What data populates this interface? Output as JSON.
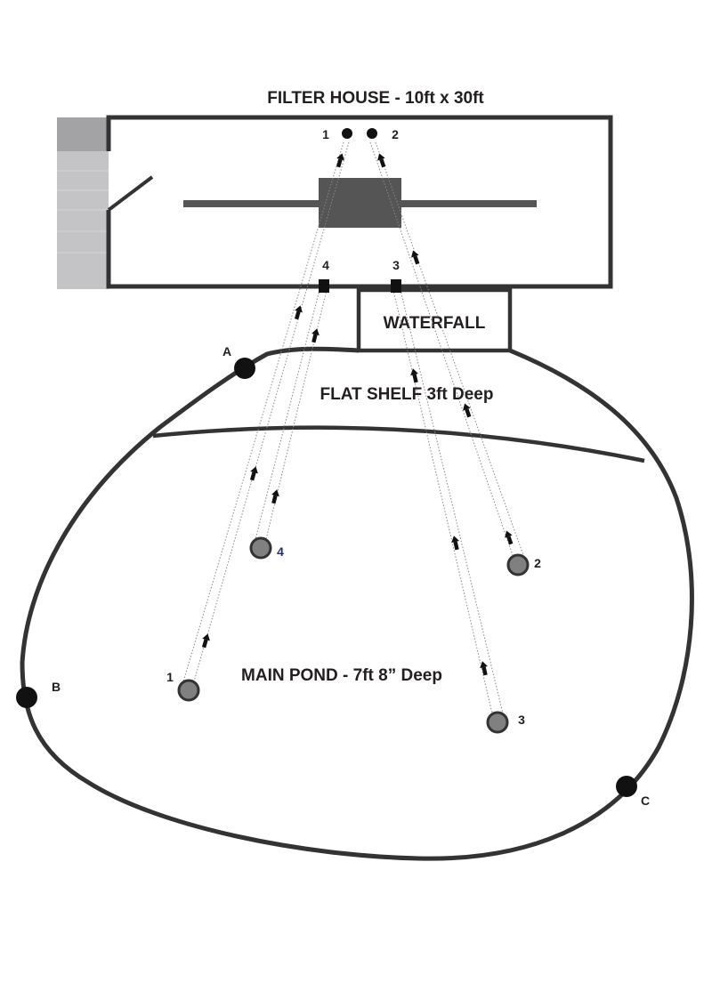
{
  "title": "FILTER HOUSE - 10ft x 30ft",
  "waterfall_label": "WATERFALL",
  "shelf_label": "FLAT SHELF 3ft Deep",
  "main_pond_label": "MAIN POND - 7ft 8” Deep",
  "outlet_labels": {
    "o1": "1",
    "o2": "2"
  },
  "inlet_labels": {
    "i4": "4",
    "i3": "3"
  },
  "drain_labels": {
    "d1": "1",
    "d2": "2",
    "d3": "3",
    "d4": "4"
  },
  "point_labels": {
    "a": "A",
    "b": "B",
    "c": "C"
  },
  "colors": {
    "outline": "#333333",
    "drain_fill": "#808080",
    "filter_block": "#555555",
    "door_panel": "#aaaaaa",
    "drain4_label": "#2b2e6b"
  },
  "arrow_icon": "up-arrow-icon"
}
